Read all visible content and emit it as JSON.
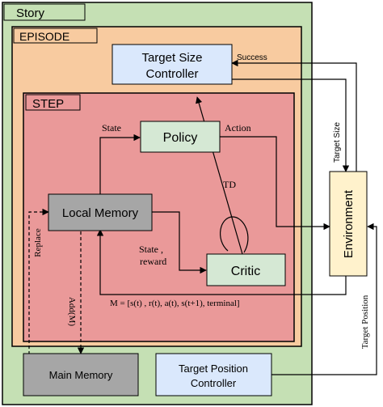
{
  "colors": {
    "story_fill": "#c5e0b4",
    "episode_fill": "#f8cba0",
    "step_fill": "#ea9999",
    "policy_fill": "#d5e8d4",
    "critic_fill": "#d5e8d4",
    "target_size_fill": "#dae8fc",
    "target_position_fill": "#dae8fc",
    "local_memory_fill": "#a6a6a6",
    "main_memory_fill": "#a6a6a6",
    "environment_fill": "#fff2cc",
    "stroke": "#000000"
  },
  "containers": {
    "story": "Story",
    "episode": "EPISODE",
    "step": "STEP"
  },
  "nodes": {
    "target_size_line1": "Target Size",
    "target_size_line2": "Controller",
    "policy": "Policy",
    "local_memory": "Local Memory",
    "critic": "Critic",
    "main_memory": "Main Memory",
    "target_position_line1": "Target Position",
    "target_position_line2": "Controller",
    "environment": "Environment"
  },
  "edge_labels": {
    "success": "Success",
    "target_size": "Target Size",
    "state": "State",
    "action": "Action",
    "td": "TD",
    "state_reward_line1": "State ,",
    "state_reward_line2": "reward",
    "memory_tuple": "M = [s(t) , r(t), a(t), s(t+1), terminal]",
    "replace": "Replace",
    "add": "Add(M)",
    "target_position": "Target Position"
  }
}
